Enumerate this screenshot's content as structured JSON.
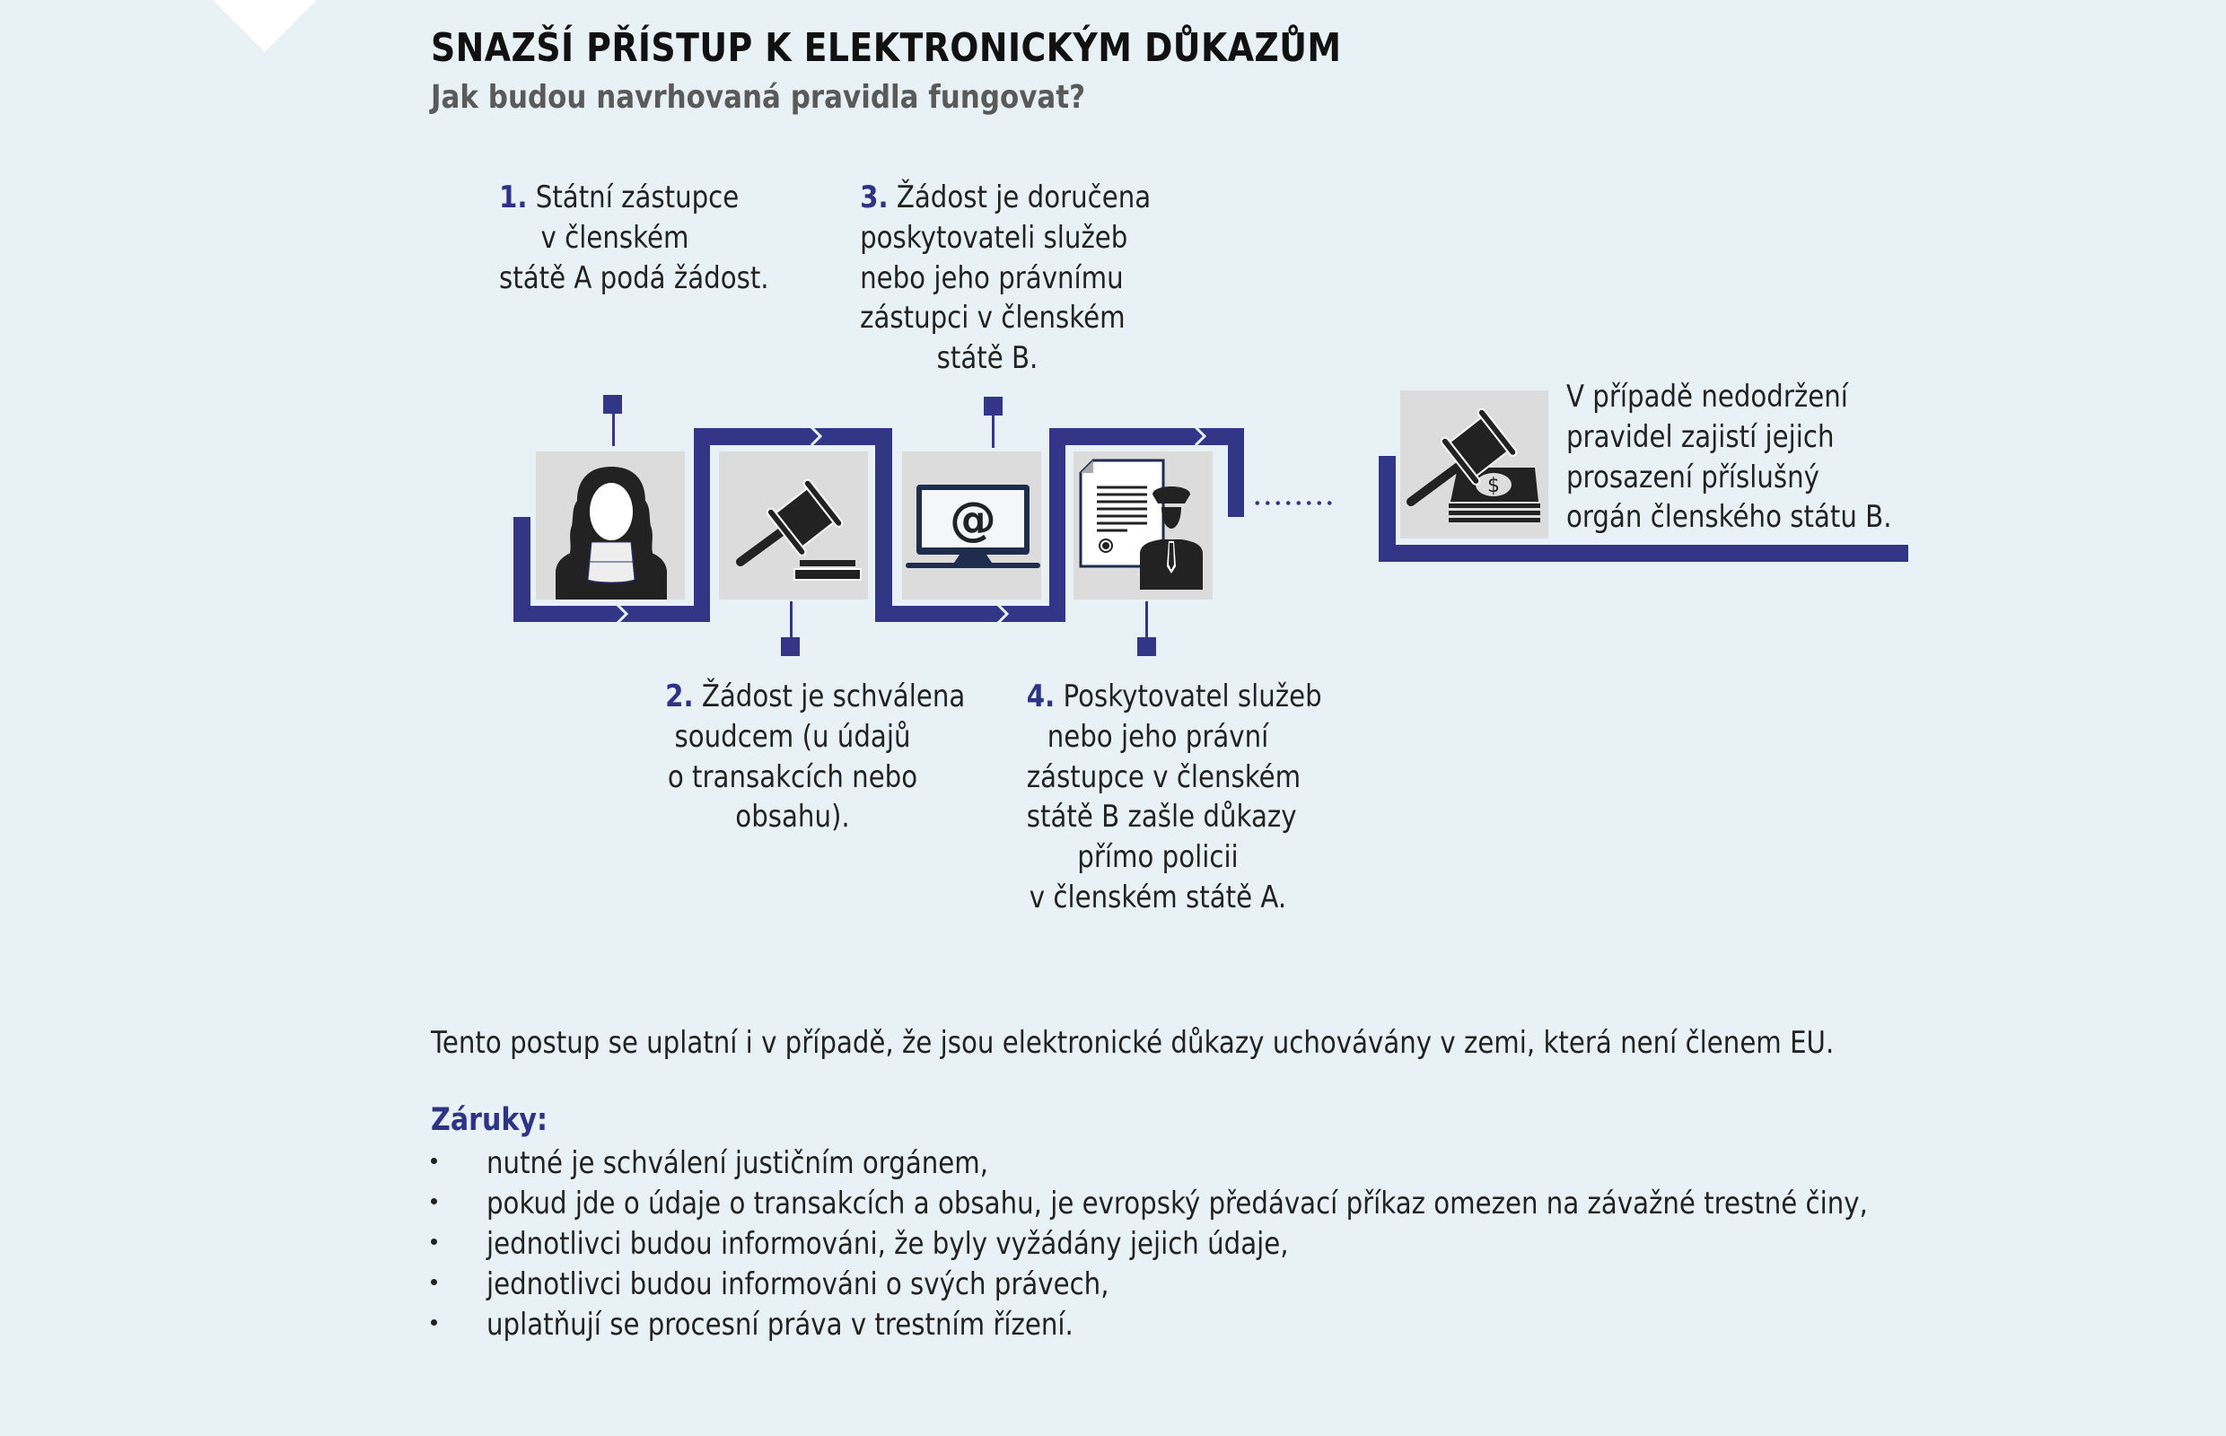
{
  "header": {
    "title": "SNAZŠÍ PŘÍSTUP K ELEKTRONICKÝM DŮKAZŮM",
    "subtitle": "Jak budou navrhovaná pravidla fungovat?"
  },
  "colors": {
    "background": "#e8f1f5",
    "accent": "#333687",
    "icon_box": "#dcdcdc",
    "text": "#222222",
    "subtitle": "#5a5a5a"
  },
  "steps": [
    {
      "number": "1.",
      "icon": "prosecutor-icon",
      "lines": [
        "Státní zástupce",
        "v členském",
        "státě A podá žádost."
      ]
    },
    {
      "number": "2.",
      "icon": "gavel-icon",
      "lines": [
        "Žádost je schválena",
        "soudcem (u údajů",
        "o transakcích nebo",
        "obsahu)."
      ]
    },
    {
      "number": "3.",
      "icon": "computer-at-icon",
      "lines": [
        "Žádost je doručena",
        "poskytovateli služeb",
        "nebo jeho právnímu",
        "zástupci v členském",
        "státě B."
      ]
    },
    {
      "number": "4.",
      "icon": "police-document-icon",
      "lines": [
        "Poskytovatel služeb",
        "nebo jeho právní",
        "zástupce v členském",
        "státě B zašle důkazy",
        "přímo policii",
        "v členském státě A."
      ]
    }
  ],
  "enforcement": {
    "icon": "gavel-money-icon",
    "lines": [
      "V případě nedodržení",
      "pravidel zajistí jejich",
      "prosazení příslušný",
      "orgán členského státu B."
    ]
  },
  "note": "Tento postup se uplatní i v případě, že jsou elektronické důkazy uchovávány v zemi, která není členem EU.",
  "guarantees": {
    "heading": "Záruky:",
    "items": [
      "nutné je schválení justičním orgánem,",
      "pokud jde o údaje o transakcích a obsahu, je evropský předávací příkaz omezen na závažné trestné činy,",
      "jednotlivci budou informováni, že byly vyžádány jejich údaje,",
      "jednotlivci budou informováni o svých právech,",
      "uplatňují se procesní práva v trestním řízení."
    ]
  }
}
